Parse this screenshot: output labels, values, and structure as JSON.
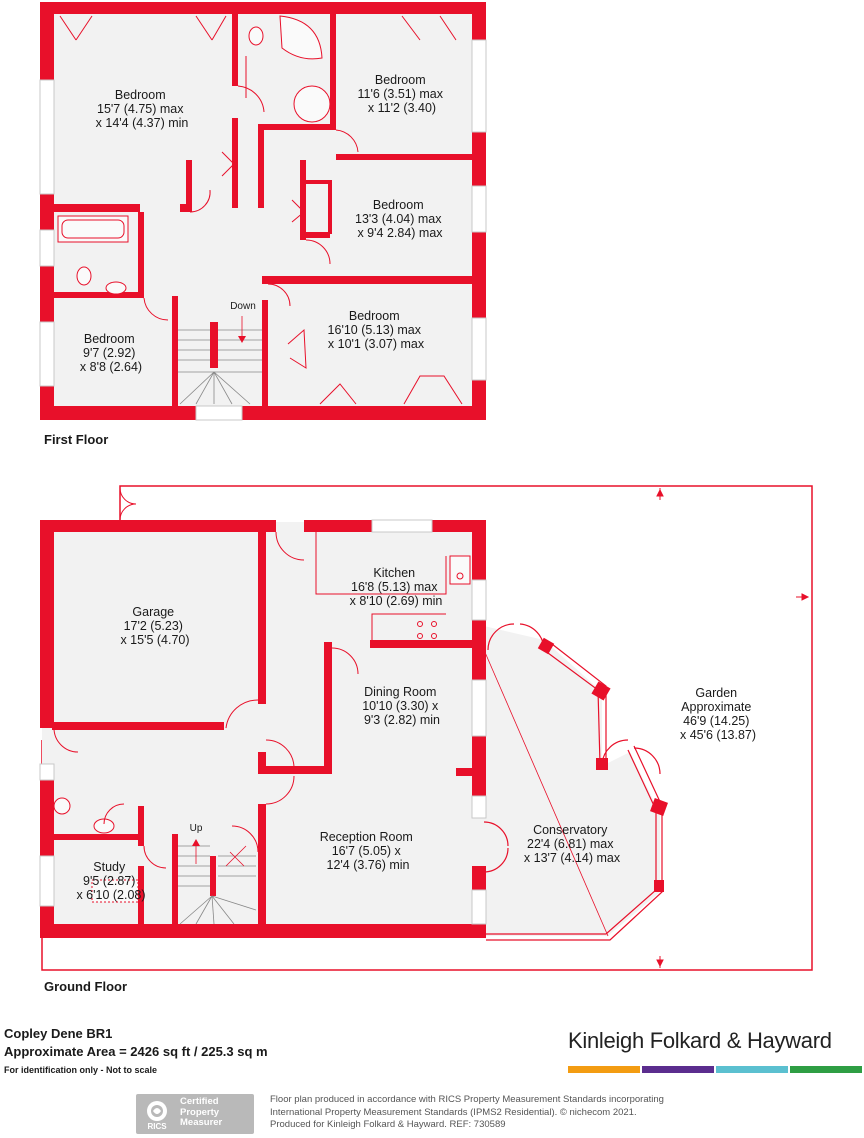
{
  "floors": {
    "first": "First Floor",
    "ground": "Ground Floor"
  },
  "rooms": {
    "first_bed1": [
      "Bedroom",
      "15'7 (4.75) max",
      "x 14'4 (4.37) min"
    ],
    "first_bed2": [
      "Bedroom",
      "11'6 (3.51) max",
      "x 11'2 (3.40)"
    ],
    "first_bed3": [
      "Bedroom",
      "13'3 (4.04) max",
      "x 9'4 2.84) max"
    ],
    "first_bed4": [
      "Bedroom",
      "16'10 (5.13) max",
      "x 10'1 (3.07) max"
    ],
    "first_bed5": [
      "Bedroom",
      "9'7 (2.92)",
      "x 8'8 (2.64)"
    ],
    "garage": [
      "Garage",
      "17'2 (5.23)",
      "x 15'5 (4.70)"
    ],
    "kitchen": [
      "Kitchen",
      "16'8 (5.13) max",
      "x 8'10 (2.69) min"
    ],
    "dining": [
      "Dining Room",
      "10'10 (3.30) x",
      "9'3 (2.82) min"
    ],
    "reception": [
      "Reception Room",
      "16'7 (5.05) x",
      "12'4 (3.76) min"
    ],
    "study": [
      "Study",
      "9'5 (2.87)",
      "x 6'10 (2.08)"
    ],
    "conservatory": [
      "Conservatory",
      "22'4 (6.81) max",
      "x 13'7 (4.14) max"
    ],
    "garden": [
      "Garden",
      "Approximate",
      "46'9 (14.25)",
      "x 45'6 (13.87)"
    ]
  },
  "stairs": {
    "down": "Down",
    "up": "Up"
  },
  "property": {
    "name": "Copley Dene  BR1",
    "area": "Approximate Area = 2426 sq ft / 225.3 sq m",
    "disclaimer": "For identification only - Not to scale"
  },
  "brand": {
    "name": "Kinleigh Folkard & Hayward",
    "colors": [
      "#f39c12",
      "#5b2d8e",
      "#5bc0d0",
      "#2e9e44"
    ]
  },
  "badge": {
    "logo_text": "RICS",
    "lines": [
      "Certified",
      "Property",
      "Measurer"
    ]
  },
  "legal": {
    "lines": [
      "Floor plan produced in accordance with RICS Property Measurement Standards incorporating",
      "International Property Measurement Standards (IPMS2 Residential).  © nichecom 2021.",
      "Produced for Kinleigh Folkard & Hayward.   REF: 730589"
    ]
  },
  "colors": {
    "wall": "#e8102a",
    "floor": "#f2f2f2",
    "fixture": "#e8102a"
  }
}
